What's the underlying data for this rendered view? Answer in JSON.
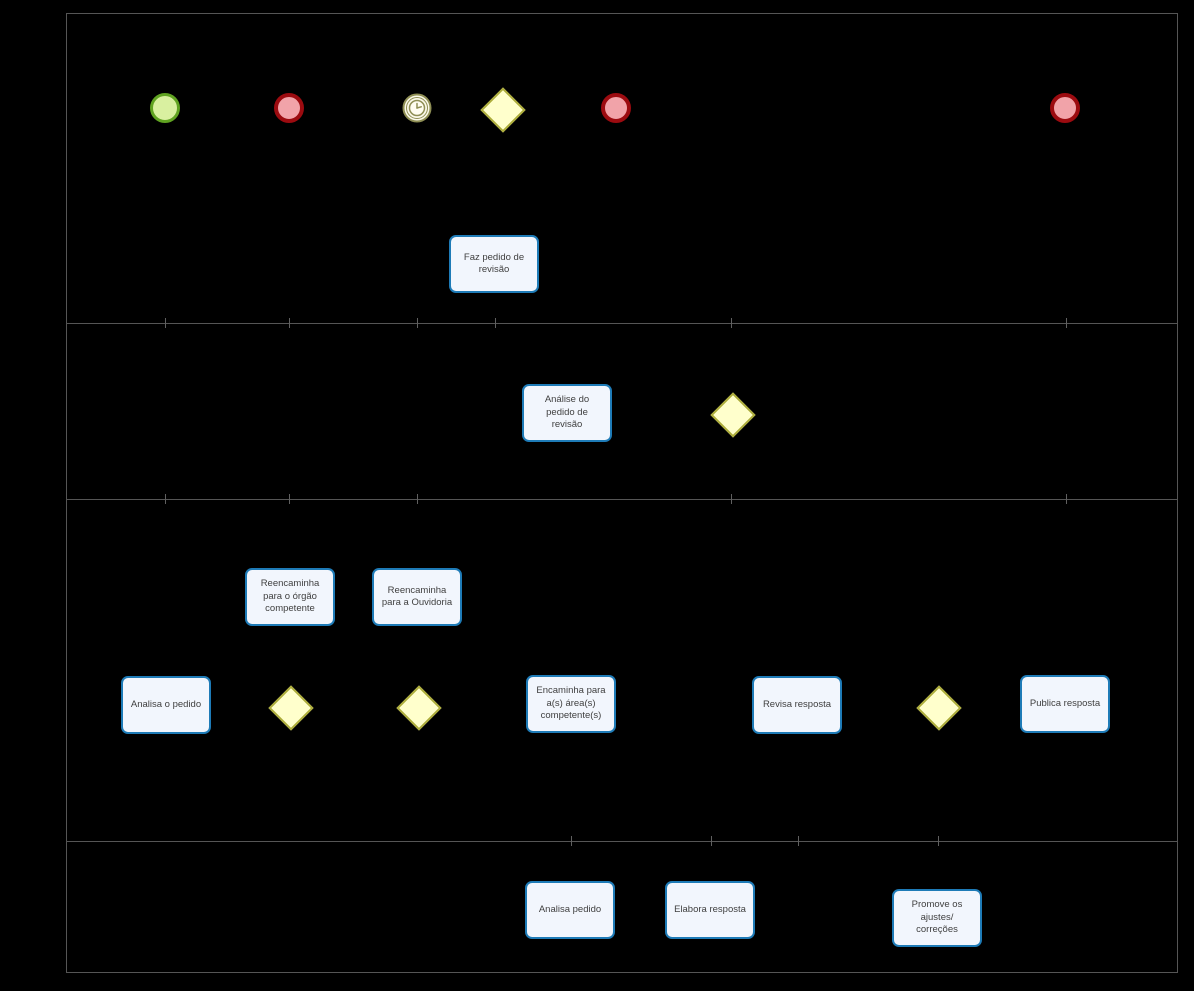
{
  "process": {
    "lanes": {
      "count": 4,
      "labels_visible": false
    },
    "tasks": [
      {
        "id": "faz-pedido-de-revisao",
        "lane": 1,
        "label": "Faz pedido de\nrevisão"
      },
      {
        "id": "analise-do-pedido-de-revisao",
        "lane": 2,
        "label": "Análise do\npedido de\nrevisão"
      },
      {
        "id": "reencaminha-para-o-orgao-competente",
        "lane": 3,
        "label": "Reencaminha\npara o órgão\ncompetente"
      },
      {
        "id": "reencaminha-para-a-ouvidoria",
        "lane": 3,
        "label": "Reencaminha\npara a Ouvidoria"
      },
      {
        "id": "analisa-o-pedido",
        "lane": 3,
        "label": "Analisa o pedido"
      },
      {
        "id": "encaminha-para-areas-competentes",
        "lane": 3,
        "label": "Encaminha para\na(s) área(s)\ncompetente(s)"
      },
      {
        "id": "revisa-resposta",
        "lane": 3,
        "label": "Revisa resposta"
      },
      {
        "id": "publica-resposta",
        "lane": 3,
        "label": "Publica resposta"
      },
      {
        "id": "analisa-pedido",
        "lane": 4,
        "label": "Analisa pedido"
      },
      {
        "id": "elabora-resposta",
        "lane": 4,
        "label": "Elabora resposta"
      },
      {
        "id": "promove-os-ajustes-correcoes",
        "lane": 4,
        "label": "Promove os\najustes/\ncorreções"
      }
    ],
    "gateways": [
      {
        "id": "gateway-lane1",
        "type": "exclusive",
        "lane": 1
      },
      {
        "id": "gateway-lane2",
        "type": "exclusive",
        "lane": 2
      },
      {
        "id": "gateway-lane3-left",
        "type": "exclusive",
        "lane": 3
      },
      {
        "id": "gateway-lane3-middle",
        "type": "exclusive",
        "lane": 3
      },
      {
        "id": "gateway-lane3-right",
        "type": "exclusive",
        "lane": 3
      }
    ],
    "events": [
      {
        "id": "start-event",
        "type": "start",
        "lane": 1
      },
      {
        "id": "end-event-1",
        "type": "end",
        "lane": 1
      },
      {
        "id": "timer-event",
        "type": "intermediate-timer",
        "lane": 1
      },
      {
        "id": "end-event-2",
        "type": "end",
        "lane": 1
      },
      {
        "id": "end-event-3",
        "type": "end",
        "lane": 1
      }
    ],
    "colors": {
      "background": "#000000",
      "lane_border": "#555555",
      "task_fill": "#f2f6fd",
      "task_border": "#1e7bb7",
      "task_text": "#3f3f3f",
      "gateway_fill": "#ffffcc",
      "gateway_border": "#acac3a",
      "start_fill": "#d9f0a0",
      "start_border": "#60a321",
      "end_fill": "#f1a3a9",
      "end_border": "#9c0b10",
      "timer_fill": "#fbf9e9",
      "timer_border": "#8f8f55"
    }
  }
}
